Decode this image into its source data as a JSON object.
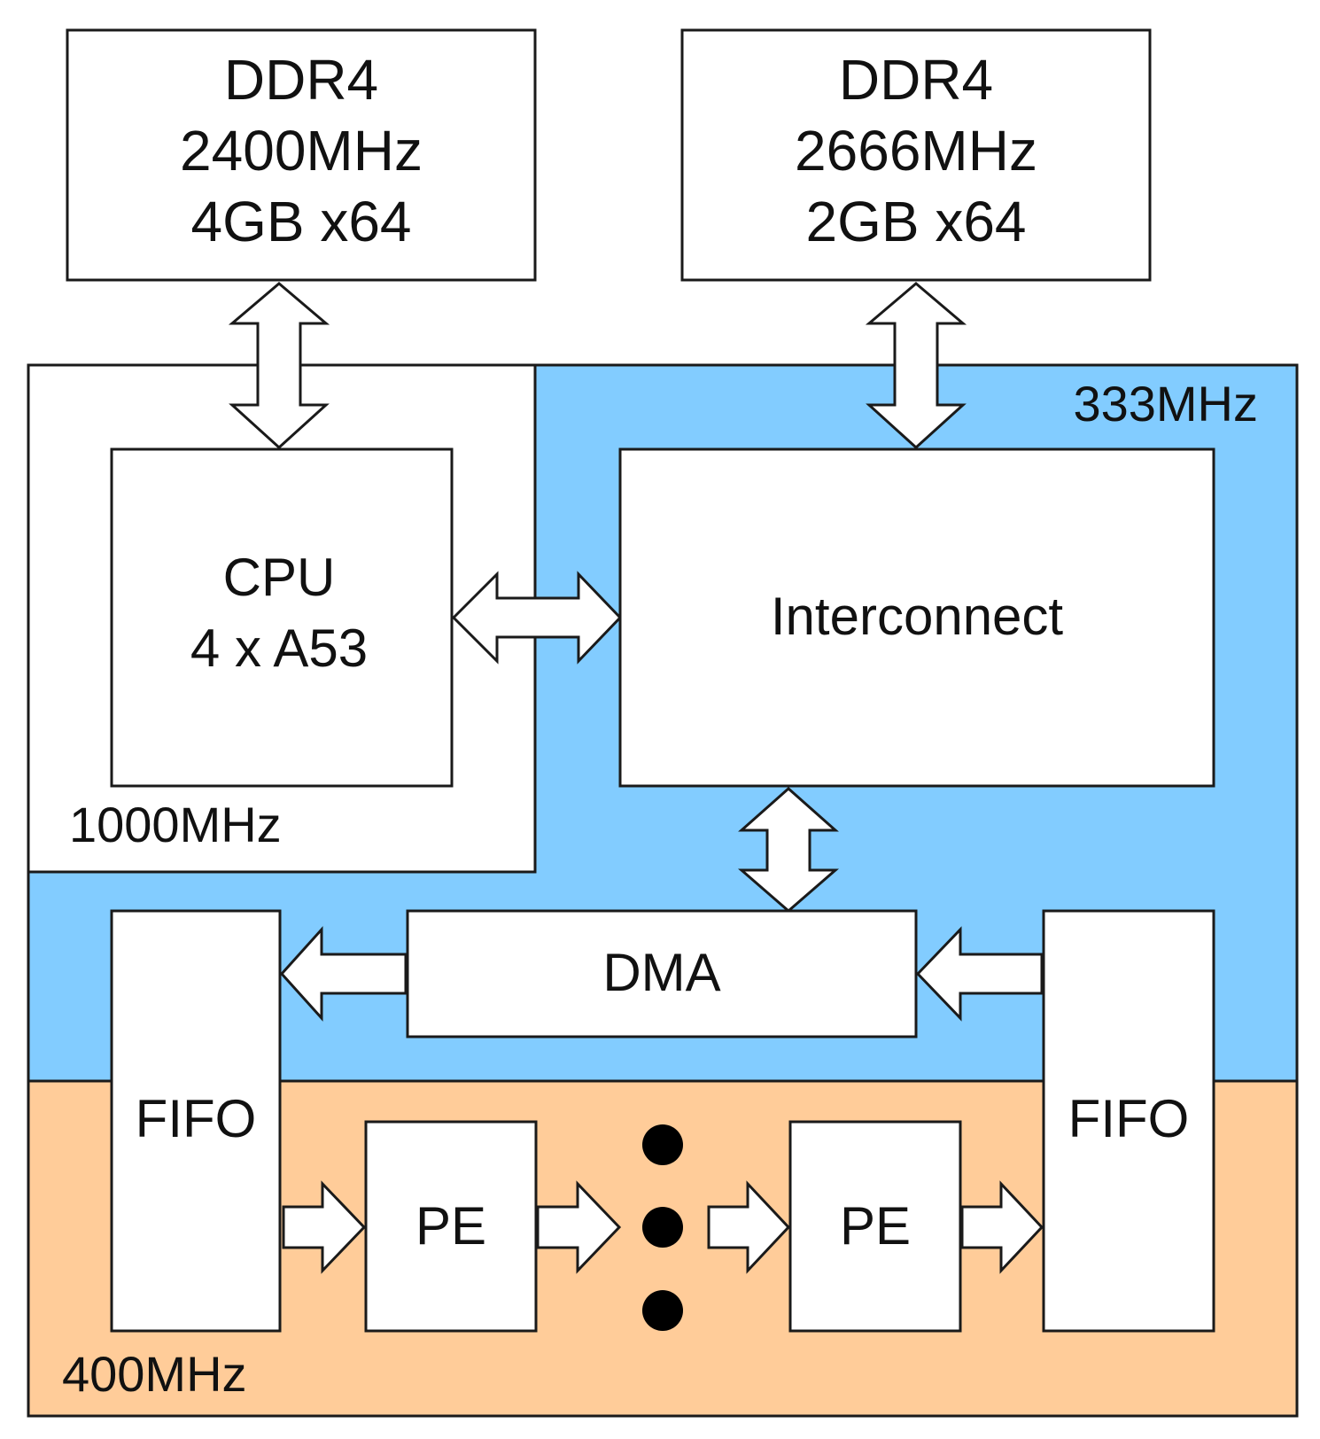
{
  "colors": {
    "domain_333": "#82ccff",
    "domain_400": "#ffcc99",
    "domain_1000": "#ffffff",
    "outline": "#1a1a1a"
  },
  "memory": {
    "left": {
      "line1": "DDR4",
      "line2": "2400MHz",
      "line3": "4GB x64"
    },
    "right": {
      "line1": "DDR4",
      "line2": "2666MHz",
      "line3": "2GB x64"
    }
  },
  "clocks": {
    "cpu_domain": "1000MHz",
    "interconnect_domain": "333MHz",
    "pe_domain": "400MHz"
  },
  "blocks": {
    "cpu_line1": "CPU",
    "cpu_line2": "4 x A53",
    "interconnect": "Interconnect",
    "dma": "DMA",
    "fifo_left": "FIFO",
    "fifo_right": "FIFO",
    "pe_first": "PE",
    "pe_last": "PE"
  },
  "ellipsis_icon": "vertical-ellipsis-icon"
}
